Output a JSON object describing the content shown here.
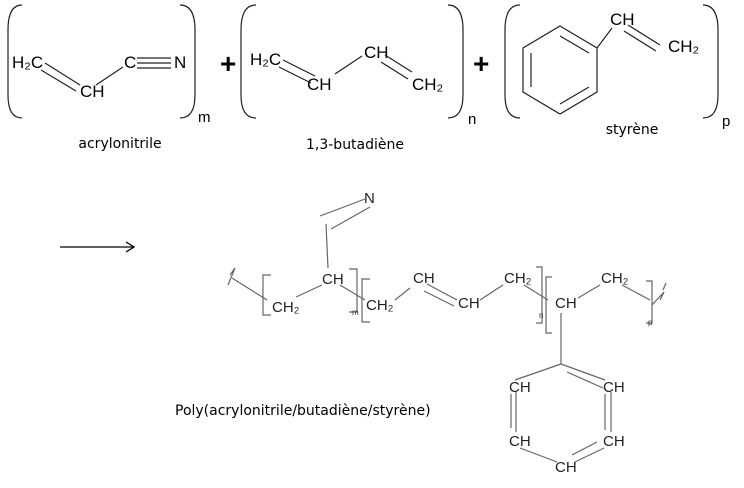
{
  "monomers": [
    {
      "name": "acrylonitrile",
      "index": "m",
      "atoms": [
        "H₂C",
        "CH",
        "C",
        "N"
      ]
    },
    {
      "name": "1,3-butadiène",
      "index": "n",
      "atoms": [
        "H₂C",
        "CH",
        "CH",
        "CH₂"
      ]
    },
    {
      "name": "styrène",
      "index": "p",
      "atoms": [
        "CH",
        "CH₂"
      ]
    }
  ],
  "plus": "+",
  "polymer": {
    "name": "Poly(acrylonitrile/butadiène/styrène)",
    "atoms": {
      "n": "N",
      "ch_a": "CH",
      "ch2_a": "CH₂",
      "ch2_b": "CH₂",
      "ch_b1": "CH",
      "ch_b2": "CH",
      "ch2_b2": "CH₂",
      "ch_c": "CH",
      "ch2_c": "CH₂",
      "ring1": "CH",
      "ring2": "CH",
      "ring3": "CH",
      "ring4": "CH",
      "ring5": "CH"
    },
    "indices": [
      "m",
      "n",
      "p"
    ]
  }
}
